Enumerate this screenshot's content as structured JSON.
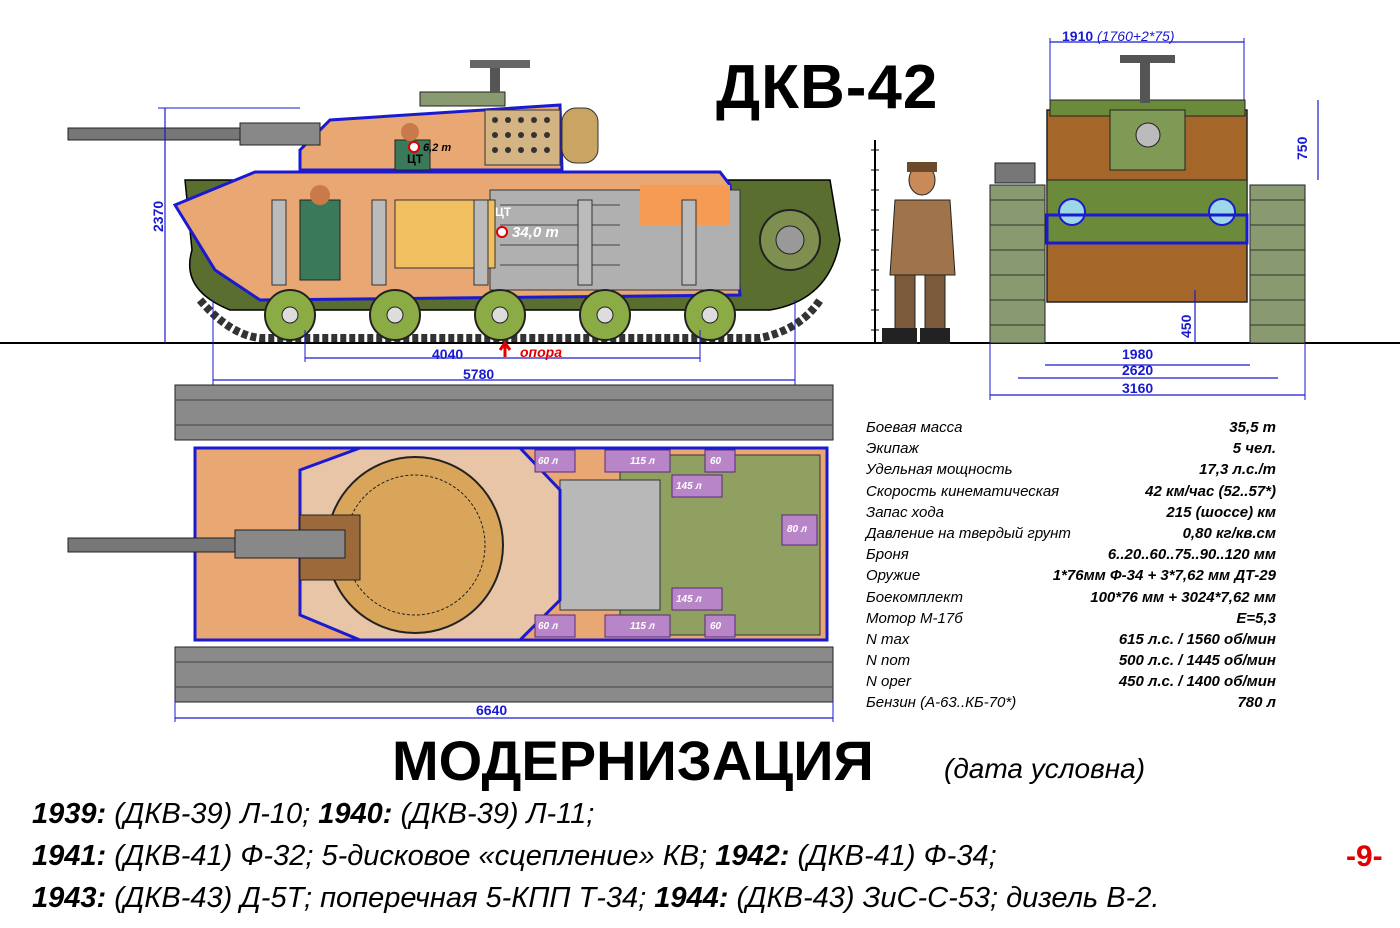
{
  "title": "ДКВ-42",
  "side_view": {
    "dim_height": "2370",
    "dim_support": "4040",
    "dim_length_hull": "5780",
    "support_label": "опора",
    "cg_turret_label": "ЦТ",
    "cg_turret_mass": "6,2 т",
    "cg_hull_label": "ЦТ",
    "cg_hull_mass": "34,0 т"
  },
  "front_view": {
    "dim_width_top": "1910",
    "dim_width_top_note": "(1760+2*75)",
    "dim_turret_height": "750",
    "dim_clearance": "450",
    "dim_track_gauge": "1980",
    "dim_track_center": "2620",
    "dim_total_width": "3160"
  },
  "top_view": {
    "dim_total_length": "6640",
    "tanks": [
      "60 л",
      "115 л",
      "60",
      "145 л",
      "80 л",
      "145 л",
      "60 л",
      "115 л",
      "60"
    ]
  },
  "specs": [
    {
      "label": "Боевая масса",
      "value": "35,5 т"
    },
    {
      "label": "Экипаж",
      "value": "5 чел."
    },
    {
      "label": "Удельная мощность",
      "value": "17,3 л.с./т"
    },
    {
      "label": "Скорость кинематическая",
      "value": "42 км/час (52..57*)"
    },
    {
      "label": "Запас хода",
      "value": "215 (шоссе) км"
    },
    {
      "label": "Давление на твердый грунт",
      "value": "0,80 кг/кв.см"
    },
    {
      "label": "Броня",
      "value": "6..20..60..75..90..120 мм"
    },
    {
      "label": "Оружие",
      "value": "1*76мм Ф-34 + 3*7,62 мм ДТ-29"
    },
    {
      "label": "Боекомплект",
      "value": "100*76 мм + 3024*7,62 мм"
    },
    {
      "label": "Мотор  М-17б",
      "value": "E=5,3"
    },
    {
      "label": "N max",
      "value": "615 л.с. / 1560 об/мин"
    },
    {
      "label": "N nom",
      "value": "500 л.с. / 1445 об/мин"
    },
    {
      "label": "N oper",
      "value": "450 л.с. / 1400 об/мин"
    },
    {
      "label": "Бензин (А-63..КБ-70*)",
      "value": "780 л"
    }
  ],
  "modernization": {
    "heading": "МОДЕРНИЗАЦИЯ",
    "note": "(дата условна)",
    "line1": [
      {
        "year": "1939:",
        "text": " (ДКВ-39) Л-10; "
      },
      {
        "year": "1940:",
        "text": " (ДКВ-39) Л-11;"
      }
    ],
    "line2": [
      {
        "year": "1941:",
        "text": " (ДКВ-41) Ф-32; 5-дисковое «сцепление» КВ; "
      },
      {
        "year": "1942:",
        "text": " (ДКВ-41) Ф-34;"
      }
    ],
    "line3": [
      {
        "year": "1943:",
        "text": " (ДКВ-43) Д-5Т; поперечная 5-КПП Т-34; "
      },
      {
        "year": "1944:",
        "text": " (ДКВ-43) ЗиС-С-53; дизель В-2."
      }
    ]
  },
  "page_number": "-9-",
  "colors": {
    "hull_green": "#6b8a3a",
    "dim_blue": "#1a1ad0",
    "accent_red": "#e00000",
    "brown": "#a0642a"
  }
}
